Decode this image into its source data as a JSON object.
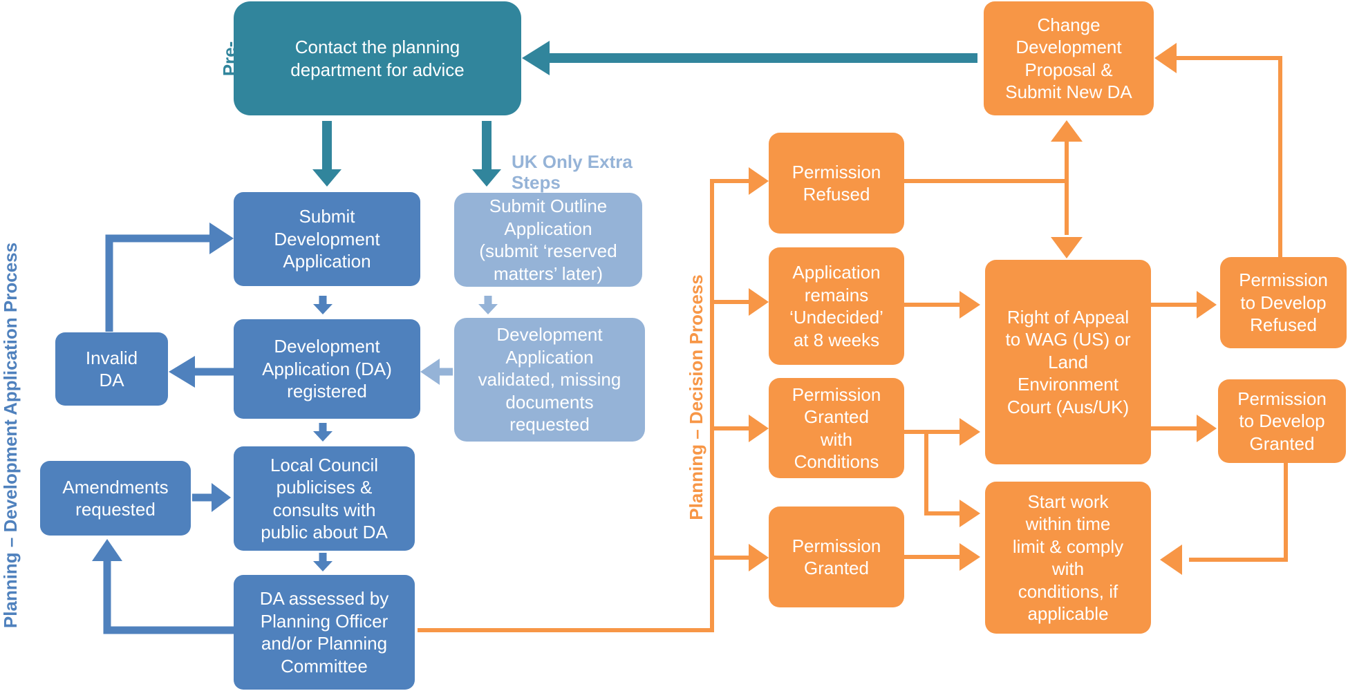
{
  "colors": {
    "teal": "#31859c",
    "blue": "#4f81bd",
    "light_blue": "#95b3d7",
    "orange": "#f79646"
  },
  "labels": {
    "pre_planning": "Pre-\nPlanning",
    "uk_only": "UK Only Extra\nSteps",
    "development_process": "Planning – Development Application Process",
    "decision_process": "Planning – Decision Process"
  },
  "boxes": {
    "contact": "Contact the planning\ndepartment for advice",
    "submit_da": "Submit\nDevelopment\nApplication",
    "submit_outline": "Submit Outline\nApplication\n(submit ‘reserved\nmatters’ later)",
    "invalid_da": "Invalid\nDA",
    "da_registered": "Development\nApplication (DA)\nregistered",
    "da_validated": "Development\nApplication\nvalidated, missing\ndocuments\nrequested",
    "amendments": "Amendments\nrequested",
    "council": "Local Council\npublicises &\nconsults with\npublic about DA",
    "assessed": "DA assessed by\nPlanning Officer\nand/or Planning\nCommittee",
    "refused": "Permission\nRefused",
    "undecided": "Application\nremains\n‘Undecided’\nat 8 weeks",
    "granted_conditions": "Permission\nGranted\nwith\nConditions",
    "granted": "Permission\nGranted",
    "change": "Change\nDevelopment\nProposal  &\nSubmit New DA",
    "appeal": "Right of Appeal\nto WAG (US) or\nLand\nEnvironment\nCourt (Aus/UK)",
    "start_work": "Start work\nwithin time\nlimit & comply\nwith\nconditions, if\napplicable",
    "develop_refused": "Permission\nto Develop\nRefused",
    "develop_granted": "Permission\nto Develop\nGranted"
  }
}
